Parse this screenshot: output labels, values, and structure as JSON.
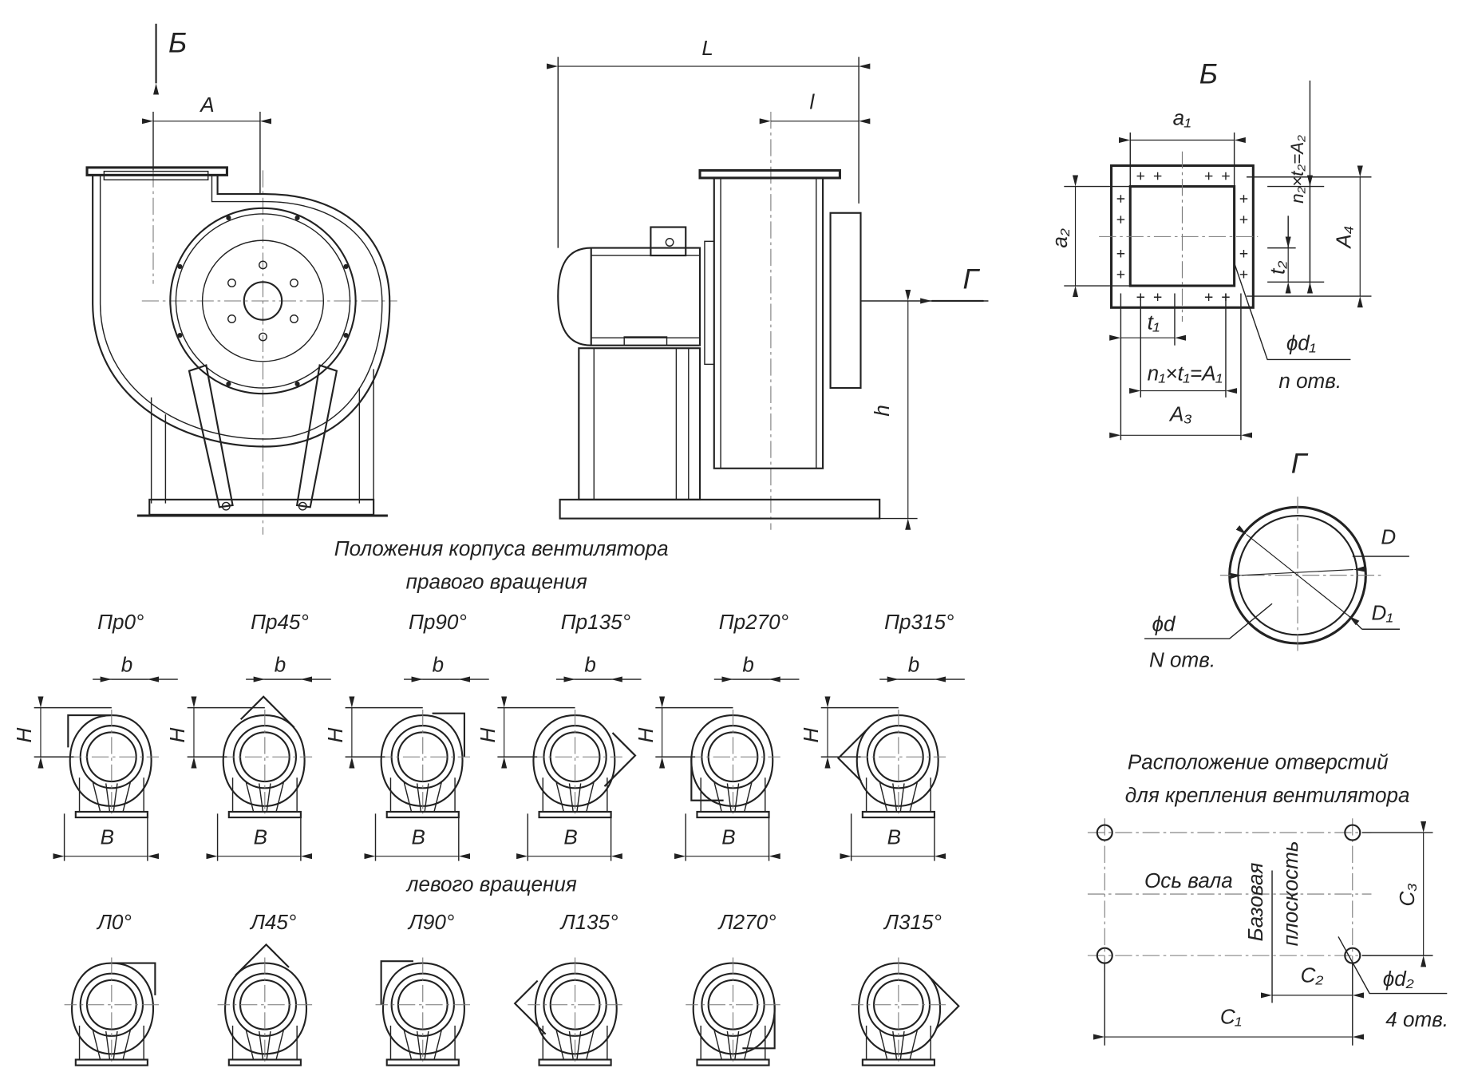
{
  "front_view": {
    "view_arrow": "Б",
    "dim_A": "A"
  },
  "side_view": {
    "dim_L": "L",
    "dim_l": "l",
    "dim_h": "h",
    "view_arrow": "Г"
  },
  "view_b": {
    "title": "Б",
    "a1": "a₁",
    "a2": "a₂",
    "n2t2": "n₂×t₂=A₂",
    "A4": "A₄",
    "t2": "t₂",
    "t1": "t₁",
    "d1": "ϕd₁",
    "n_holes": "n отв.",
    "n1t1": "n₁×t₁=A₁",
    "A3": "A₃"
  },
  "view_g": {
    "title": "Г",
    "D": "D",
    "D1": "D₁",
    "d": "ϕd",
    "N_holes": "N отв."
  },
  "positions": {
    "title_line1": "Положения корпуса вентилятора",
    "right_title": "правого вращения",
    "left_title": "левого вращения",
    "dim_b": "b",
    "dim_H": "H",
    "dim_B": "B",
    "right": [
      {
        "label": "Пр0°",
        "angle": 0
      },
      {
        "label": "Пр45°",
        "angle": 45
      },
      {
        "label": "Пр90°",
        "angle": 90
      },
      {
        "label": "Пр135°",
        "angle": 135
      },
      {
        "label": "Пр270°",
        "angle": 270
      },
      {
        "label": "Пр315°",
        "angle": 315
      }
    ],
    "left": [
      {
        "label": "Л0°",
        "angle": 0
      },
      {
        "label": "Л45°",
        "angle": 45
      },
      {
        "label": "Л90°",
        "angle": 90
      },
      {
        "label": "Л135°",
        "angle": 135
      },
      {
        "label": "Л270°",
        "angle": 270
      },
      {
        "label": "Л315°",
        "angle": 315
      }
    ]
  },
  "mounting": {
    "title_line1": "Расположение отверстий",
    "title_line2": "для крепления вентилятора",
    "shaft_axis": "Ось вала",
    "base_plane_1": "Базовая",
    "base_plane_2": "плоскость",
    "C1": "C₁",
    "C2": "C₂",
    "C3": "C₃",
    "d2": "ϕd₂",
    "holes": "4 отв."
  }
}
